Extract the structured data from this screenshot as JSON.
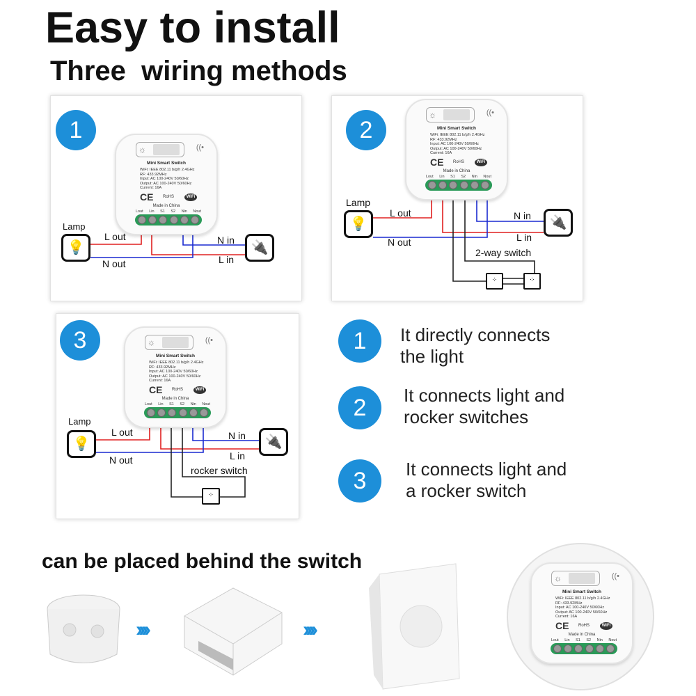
{
  "header": {
    "title": "Easy to install",
    "subtitle": "Three  wiring methods"
  },
  "device": {
    "title": "Mini Smart Switch",
    "specs": [
      "WiFi: IEEE 802.11 b/g/h  2.4GHz",
      "RF: 433.92MHz",
      "Input: AC 100-240V  50/60Hz",
      "Output: AC 100-240V  50/60Hz",
      "Current: 16A"
    ],
    "ce": "CE",
    "rohs": "RoHS",
    "wifi_logo": "WiFi",
    "made_in": "Made in China",
    "terminals": [
      "Lout",
      "Lin",
      "S1",
      "S2",
      "Nin",
      "Nout"
    ]
  },
  "panels": [
    {
      "number": "1",
      "lamp_label": "Lamp",
      "l_out": "L out",
      "n_out": "N out",
      "n_in": "N in",
      "l_in": "L in"
    },
    {
      "number": "2",
      "lamp_label": "Lamp",
      "l_out": "L out",
      "n_out": "N out",
      "n_in": "N in",
      "l_in": "L in",
      "switch_label": "2-way switch"
    },
    {
      "number": "3",
      "lamp_label": "Lamp",
      "l_out": "L out",
      "n_out": "N out",
      "n_in": "N in",
      "l_in": "L in",
      "switch_label": "rocker switch"
    }
  ],
  "methods": [
    {
      "number": "1",
      "line1": "It directly connects",
      "line2": "the light"
    },
    {
      "number": "2",
      "line1": "It connects light and",
      "line2": "rocker switches"
    },
    {
      "number": "3",
      "line1": "It connects light and",
      "line2": "a rocker switch"
    }
  ],
  "bottom": {
    "caption": "can be placed behind the switch"
  },
  "colors": {
    "accent": "#1d8fd9",
    "live": "#e02020",
    "neutral": "#1a2ad0",
    "terminal_strip": "#2a9a58"
  }
}
